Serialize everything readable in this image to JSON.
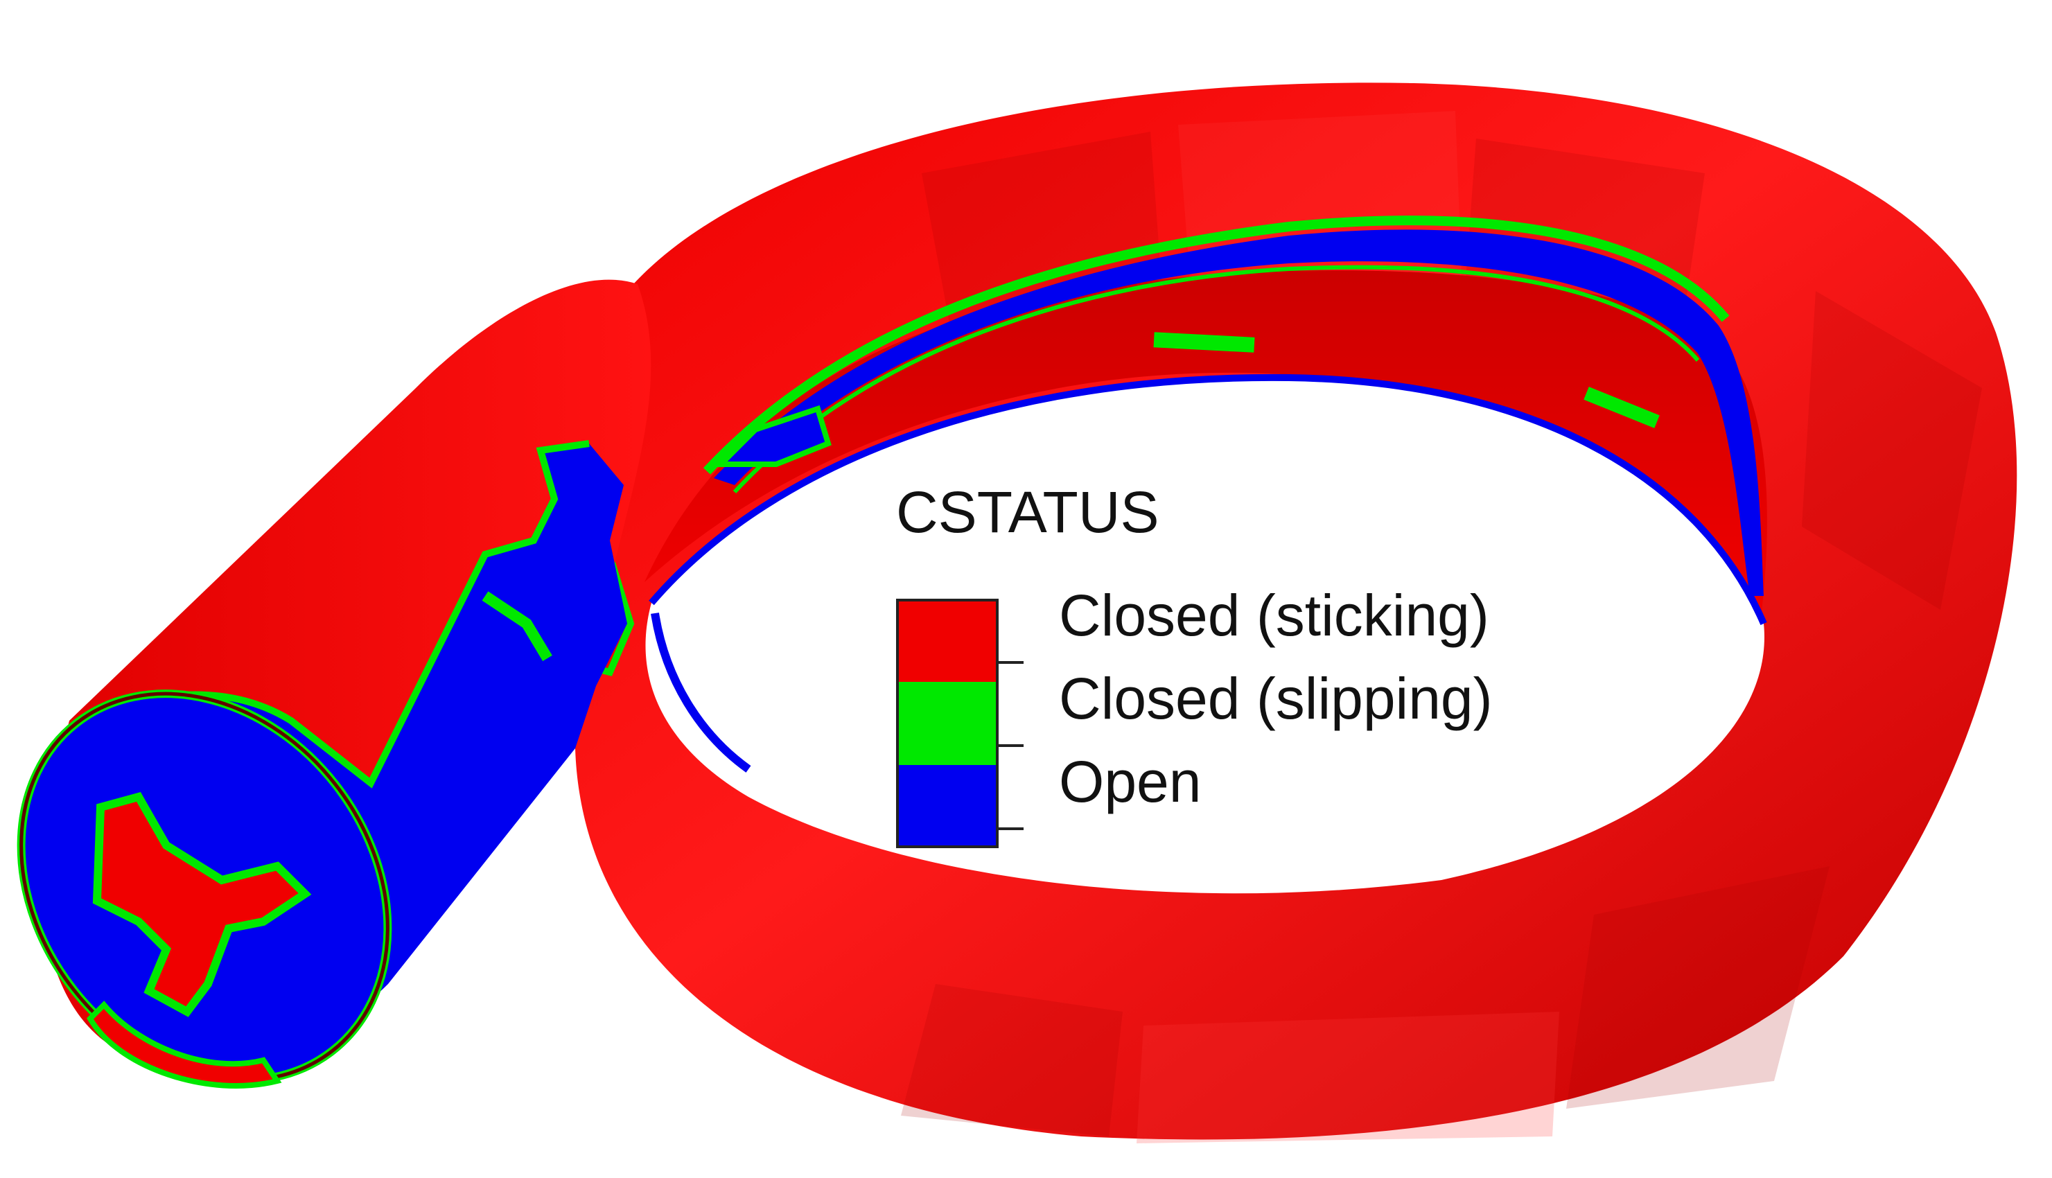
{
  "figure": {
    "colors": {
      "closed_sticking": "#f00000",
      "closed_slipping": "#00e800",
      "open": "#0000f0"
    }
  },
  "legend": {
    "title": "CSTATUS",
    "items": [
      {
        "label": "Closed (sticking)",
        "color": "#f00000"
      },
      {
        "label": "Closed (slipping)",
        "color": "#00e800"
      },
      {
        "label": "Open",
        "color": "#0000f0"
      }
    ]
  }
}
